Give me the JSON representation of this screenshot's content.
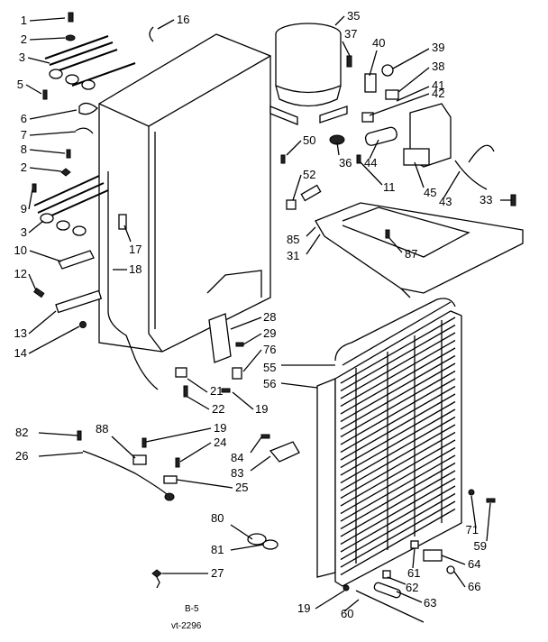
{
  "footer": {
    "page_code": "B-5",
    "drawing_code": "vt-2296"
  },
  "callouts": [
    "1",
    "2",
    "3",
    "5",
    "6",
    "7",
    "8",
    "2",
    "9",
    "3",
    "10",
    "12",
    "13",
    "14",
    "16",
    "17",
    "18",
    "35",
    "37",
    "40",
    "39",
    "38",
    "41",
    "42",
    "36",
    "50",
    "52",
    "44",
    "11",
    "45",
    "43",
    "33",
    "85",
    "31",
    "87",
    "28",
    "29",
    "76",
    "55",
    "56",
    "21",
    "22",
    "19",
    "82",
    "26",
    "88",
    "19",
    "24",
    "84",
    "83",
    "25",
    "80",
    "81",
    "27",
    "71",
    "59",
    "61",
    "64",
    "62",
    "66",
    "63",
    "19",
    "60"
  ]
}
